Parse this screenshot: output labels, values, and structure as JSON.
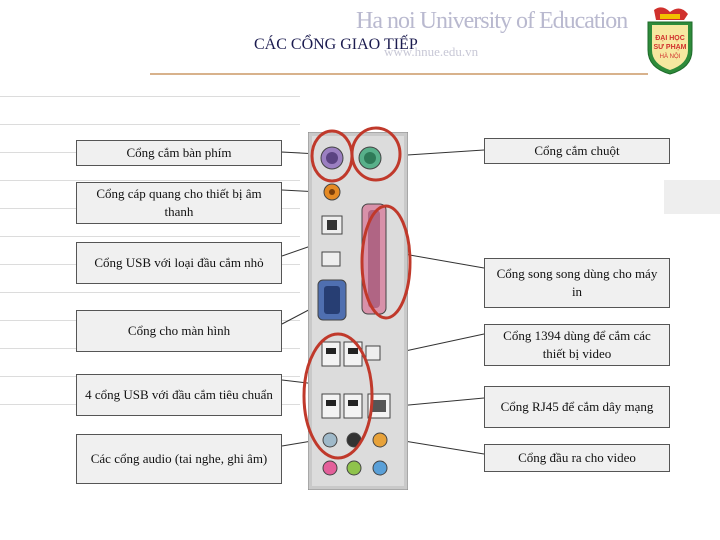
{
  "watermark": {
    "text": "Ha noi University of Education",
    "sub": "www.hnue.edu.vn"
  },
  "title": "CÁC CỔNG GIAO TIẾP",
  "logo": {
    "lines": [
      "ĐẠI HỌC",
      "SƯ PHẠM",
      "HÀ NỘI"
    ]
  },
  "colors": {
    "title": "#1b1b4f",
    "circle": "#c0392b",
    "logo_red": "#d0312d",
    "logo_yellow": "#f2c200",
    "logo_green": "#2e8b3a"
  },
  "labels_left": [
    {
      "text": "Cổng cắm bàn phím"
    },
    {
      "text": "Cổng cáp quang cho thiết bị âm thanh"
    },
    {
      "text": "Cổng USB với loại đầu cắm nhỏ"
    },
    {
      "text": "Cổng cho màn hình"
    },
    {
      "text": "4 cổng USB với đầu cắm tiêu chuẩn"
    },
    {
      "text": "Các cổng audio (tai nghe, ghi âm)"
    }
  ],
  "labels_right": [
    {
      "text": "Cổng cắm chuột"
    },
    {
      "text": "Cổng song song dùng cho máy in"
    },
    {
      "text": "Cổng 1394 dùng để cắm các thiết bị video"
    },
    {
      "text": "Cổng RJ45 để cắm dây mạng"
    },
    {
      "text": "Cổng đầu ra cho video"
    }
  ]
}
